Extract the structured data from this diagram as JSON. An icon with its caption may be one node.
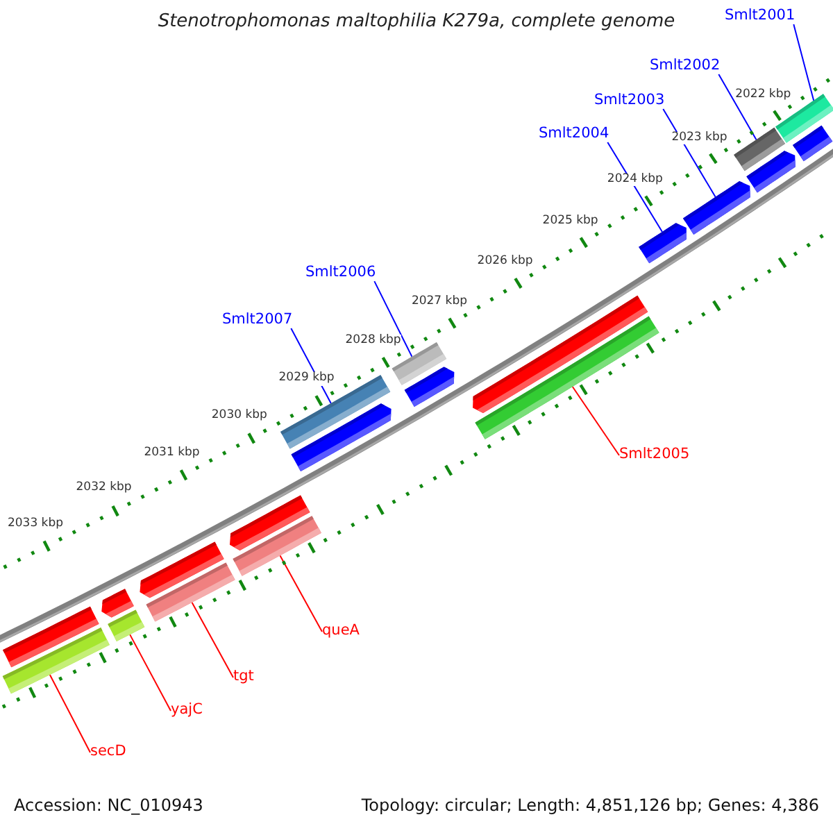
{
  "diagram": {
    "title": "Stenotrophomonas maltophilia K279a, complete genome",
    "nodes": [
      {
        "text": [
          "Smlt2001"
        ]
      },
      {
        "text": [
          "Smlt2002"
        ]
      },
      {
        "text": [
          "Smlt2003"
        ]
      },
      {
        "text": [
          "Smlt2004"
        ]
      },
      {
        "text": [
          "Smlt2006"
        ]
      },
      {
        "text": [
          "Smlt2007"
        ]
      },
      {
        "text": [
          "Smlt2005"
        ]
      },
      {
        "text": [
          "queA"
        ]
      },
      {
        "text": [
          "tgt"
        ]
      },
      {
        "text": [
          "yajC"
        ]
      },
      {
        "text": [
          "secD"
        ]
      },
      {
        "text": [],
        "shape": "bar"
      },
      {
        "text": [],
        "shape": "bar"
      },
      {
        "text": [],
        "shape": "bar"
      },
      {
        "text": [],
        "shape": "arrow"
      },
      {
        "text": [],
        "shape": "arrow"
      },
      {
        "text": [],
        "shape": "arrow"
      },
      {
        "text": [],
        "shape": "bar"
      },
      {
        "text": [],
        "shape": "arrow"
      },
      {
        "text": [],
        "shape": "bar"
      },
      {
        "text": [],
        "shape": "arrow"
      },
      {
        "text": [],
        "shape": "arrow"
      },
      {
        "text": [],
        "shape": "bar"
      },
      {
        "text": [],
        "shape": "arrow"
      },
      {
        "text": [],
        "shape": "bar"
      },
      {
        "text": [],
        "shape": "arrow"
      },
      {
        "text": [],
        "shape": "bar"
      },
      {
        "text": [],
        "shape": "arrow"
      },
      {
        "text": [],
        "shape": "bar"
      },
      {
        "text": [],
        "shape": "bar"
      },
      {
        "text": [],
        "shape": "bar"
      }
    ],
    "edges": [
      {
        "from": 0,
        "to": 11,
        "arrow": "none",
        "color": "#0000ff"
      },
      {
        "from": 1,
        "to": 12,
        "arrow": "none",
        "color": "#0000ff"
      },
      {
        "from": 2,
        "to": 15,
        "arrow": "none",
        "color": "#0000ff"
      },
      {
        "from": 3,
        "to": 16,
        "arrow": "none",
        "color": "#0000ff"
      },
      {
        "from": 4,
        "to": 17,
        "arrow": "none",
        "color": "#0000ff"
      },
      {
        "from": 5,
        "to": 19,
        "arrow": "none",
        "color": "#0000ff"
      },
      {
        "from": 6,
        "to": 22,
        "arrow": "none",
        "color": "#ff0000"
      },
      {
        "from": 7,
        "to": 24,
        "arrow": "none",
        "color": "#ff0000"
      },
      {
        "from": 8,
        "to": 26,
        "arrow": "none",
        "color": "#ff0000"
      },
      {
        "from": 9,
        "to": 28,
        "arrow": "none",
        "color": "#ff0000"
      },
      {
        "from": 10,
        "to": 30,
        "arrow": "none",
        "color": "#ff0000"
      }
    ],
    "labels": [
      "2022 kbp",
      "2023 kbp",
      "2024 kbp",
      "2025 kbp",
      "2026 kbp",
      "2027 kbp",
      "2028 kbp",
      "2029 kbp",
      "2030 kbp",
      "2031 kbp",
      "2032 kbp",
      "2033 kbp",
      "Accession: NC_010943",
      "Topology: circular; Length: 4,851,126 bp; Genes: 4,386"
    ]
  }
}
